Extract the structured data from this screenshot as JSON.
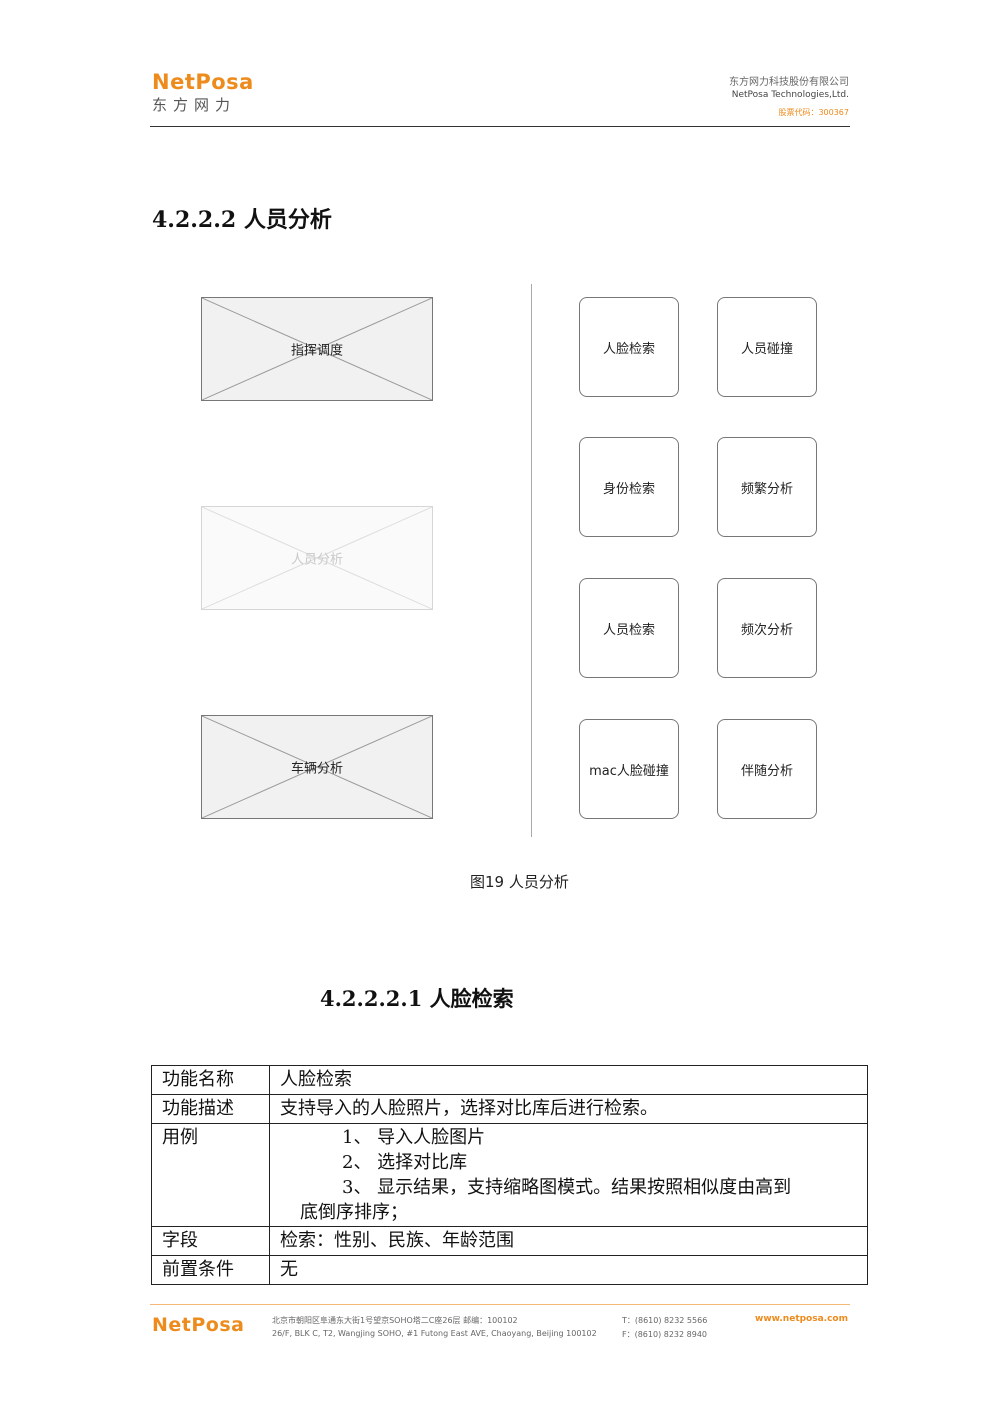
{
  "header": {
    "logo": "NetPosa",
    "logo_cn": "东方网力",
    "company_cn": "东方网力科技股份有限公司",
    "company_en": "NetPosa Technologies,Ltd.",
    "stock_code": "股票代码：300367"
  },
  "section": {
    "title": "4.2.2.2  人员分析"
  },
  "figure": {
    "left_panels": [
      "指挥调度",
      "人员分析",
      "车辆分析"
    ],
    "tiles": [
      "人脸检索",
      "人员碰撞",
      "身份检索",
      "频繁分析",
      "人员检索",
      "频次分析",
      "mac人脸碰撞",
      "伴随分析"
    ],
    "caption": "图19  人员分析"
  },
  "subsection": {
    "title": "4.2.2.2.1  人脸检索"
  },
  "table": {
    "rows": [
      {
        "key": "功能名称",
        "value": "人脸检索"
      },
      {
        "key": "功能描述",
        "value": "支持导入的人脸照片，选择对比库后进行检索。"
      },
      {
        "key": "用例",
        "items": [
          "1、  导入人脸图片",
          "2、  选择对比库",
          "3、  显示结果，支持缩略图模式。结果按照相似度由高到"
        ],
        "continuation": "底倒序排序；"
      },
      {
        "key": "字段",
        "value": "检索：性别、民族、年龄范围"
      },
      {
        "key": "前置条件",
        "value": "无"
      }
    ]
  },
  "footer": {
    "logo": "NetPosa",
    "address_cn": "北京市朝阳区阜通东大街1号望京SOHO塔二C座26层  邮编：100102",
    "address_en": "26/F, BLK C, T2, Wangjing SOHO, #1 Futong East AVE, Chaoyang, Beijing 100102",
    "tel": "T：(8610) 8232 5566",
    "fax": "F：(8610) 8232 8940",
    "website": "www.netposa.com"
  },
  "colors": {
    "brand_orange": "#ed8b1c"
  }
}
